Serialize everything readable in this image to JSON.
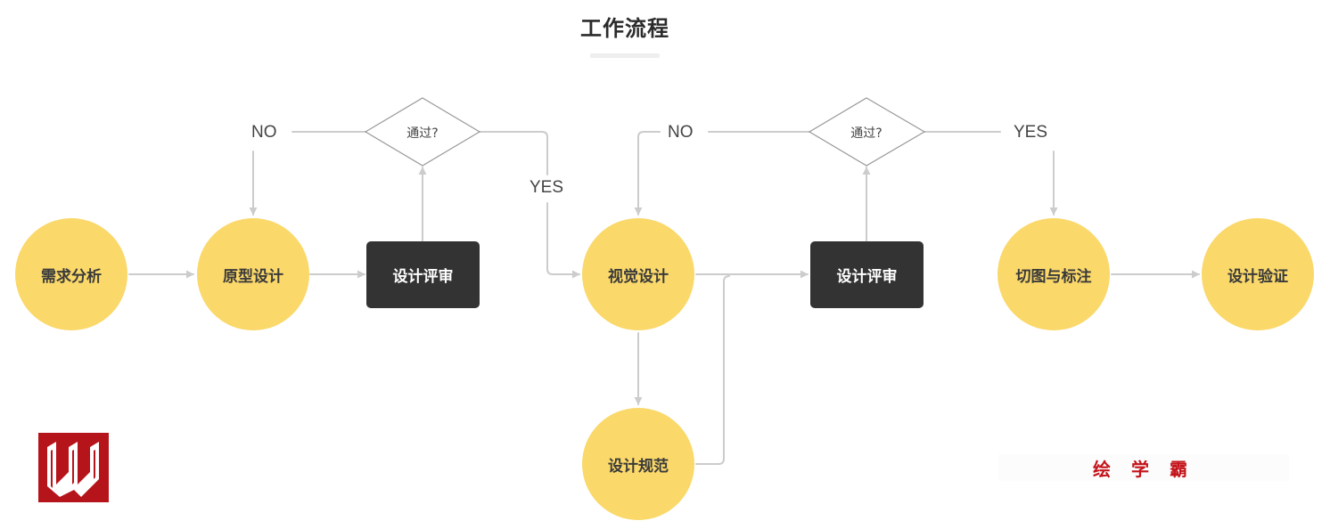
{
  "title": "工作流程",
  "colors": {
    "node_fill": "#fad86a",
    "review_box_fill": "#333333",
    "connector": "#cccccc",
    "diamond_stroke": "#999999",
    "brand_red": "#b5141b"
  },
  "nodes": {
    "requirement_analysis": "需求分析",
    "prototype_design": "原型设计",
    "design_review_1": "设计评审",
    "visual_design": "视觉设计",
    "design_spec": "设计规范",
    "design_review_2": "设计评审",
    "slicing_annotation": "切图与标注",
    "design_verification": "设计验证"
  },
  "decisions": {
    "pass_check_1": "通过?",
    "pass_check_2": "通过?"
  },
  "edge_labels": {
    "no_1": "NO",
    "yes_1": "YES",
    "no_2": "NO",
    "yes_2": "YES"
  },
  "branding": {
    "logo_icon": "hui-logo-icon",
    "watermark": "绘 学 霸"
  }
}
